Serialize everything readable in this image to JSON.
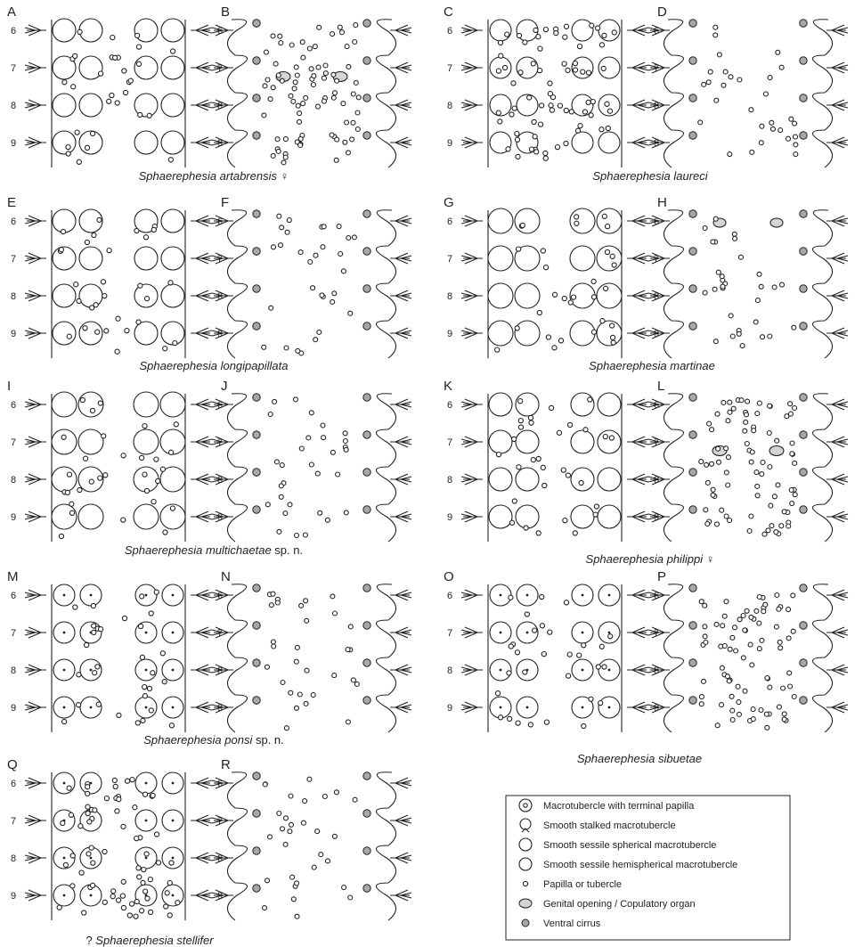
{
  "segment_labels": [
    "6",
    "7",
    "8",
    "9"
  ],
  "panels": [
    {
      "letter": "A",
      "style": "dorsal",
      "mt": "spherical"
    },
    {
      "letter": "B",
      "style": "ventral",
      "genital": true
    },
    {
      "letter": "C",
      "style": "dorsal",
      "mt": "stalked"
    },
    {
      "letter": "D",
      "style": "ventral"
    },
    {
      "letter": "E",
      "style": "dorsal",
      "mt": "spherical"
    },
    {
      "letter": "F",
      "style": "ventral"
    },
    {
      "letter": "G",
      "style": "dorsal",
      "mt": "hemispherical"
    },
    {
      "letter": "H",
      "style": "ventral",
      "copulatory": true
    },
    {
      "letter": "I",
      "style": "dorsal",
      "mt": "hemispherical"
    },
    {
      "letter": "J",
      "style": "ventral"
    },
    {
      "letter": "K",
      "style": "dorsal",
      "mt": "spherical"
    },
    {
      "letter": "L",
      "style": "ventral",
      "genital": true
    },
    {
      "letter": "M",
      "style": "dorsal",
      "mt": "papillate"
    },
    {
      "letter": "N",
      "style": "ventral"
    },
    {
      "letter": "O",
      "style": "dorsal",
      "mt": "papillate"
    },
    {
      "letter": "P",
      "style": "ventral"
    },
    {
      "letter": "Q",
      "style": "dorsal",
      "mt": "papillate"
    },
    {
      "letter": "R",
      "style": "ventral"
    }
  ],
  "captions": [
    {
      "prefix": "",
      "species": "Sphaerephesia artabrensis",
      "suffix": " ♀"
    },
    {
      "prefix": "",
      "species": "Sphaerephesia laureci",
      "suffix": ""
    },
    {
      "prefix": "",
      "species": "Sphaerephesia longipapillata",
      "suffix": ""
    },
    {
      "prefix": "",
      "species": "Sphaerephesia martinae",
      "suffix": ""
    },
    {
      "prefix": "",
      "species": "Sphaerephesia multichaetae",
      "suffix": " sp. n."
    },
    {
      "prefix": "",
      "species": "Sphaerephesia philippi",
      "suffix": " ♀"
    },
    {
      "prefix": "",
      "species": "Sphaerephesia ponsi",
      "suffix": " sp. n."
    },
    {
      "prefix": "",
      "species": "Sphaerephesia sibuetae",
      "suffix": ""
    },
    {
      "prefix": "? ",
      "species": "Sphaerephesia stellifer",
      "suffix": ""
    }
  ],
  "legend": {
    "items": [
      {
        "symbol": "macrotubercle-papilla",
        "label": "Macrotubercle with terminal papilla"
      },
      {
        "symbol": "stalked",
        "label": "Smooth stalked macrotubercle"
      },
      {
        "symbol": "spherical",
        "label": "Smooth sessile spherical macrotubercle"
      },
      {
        "symbol": "hemispherical",
        "label": "Smooth sessile hemispherical macrotubercle"
      },
      {
        "symbol": "papilla",
        "label": "Papilla or tubercle"
      },
      {
        "symbol": "genital",
        "label": "Genital opening / Copulatory organ",
        "fill": "#d4d4d4"
      },
      {
        "symbol": "cirrus",
        "label": "Ventral cirrus",
        "fill": "#a8a8a8"
      }
    ]
  }
}
